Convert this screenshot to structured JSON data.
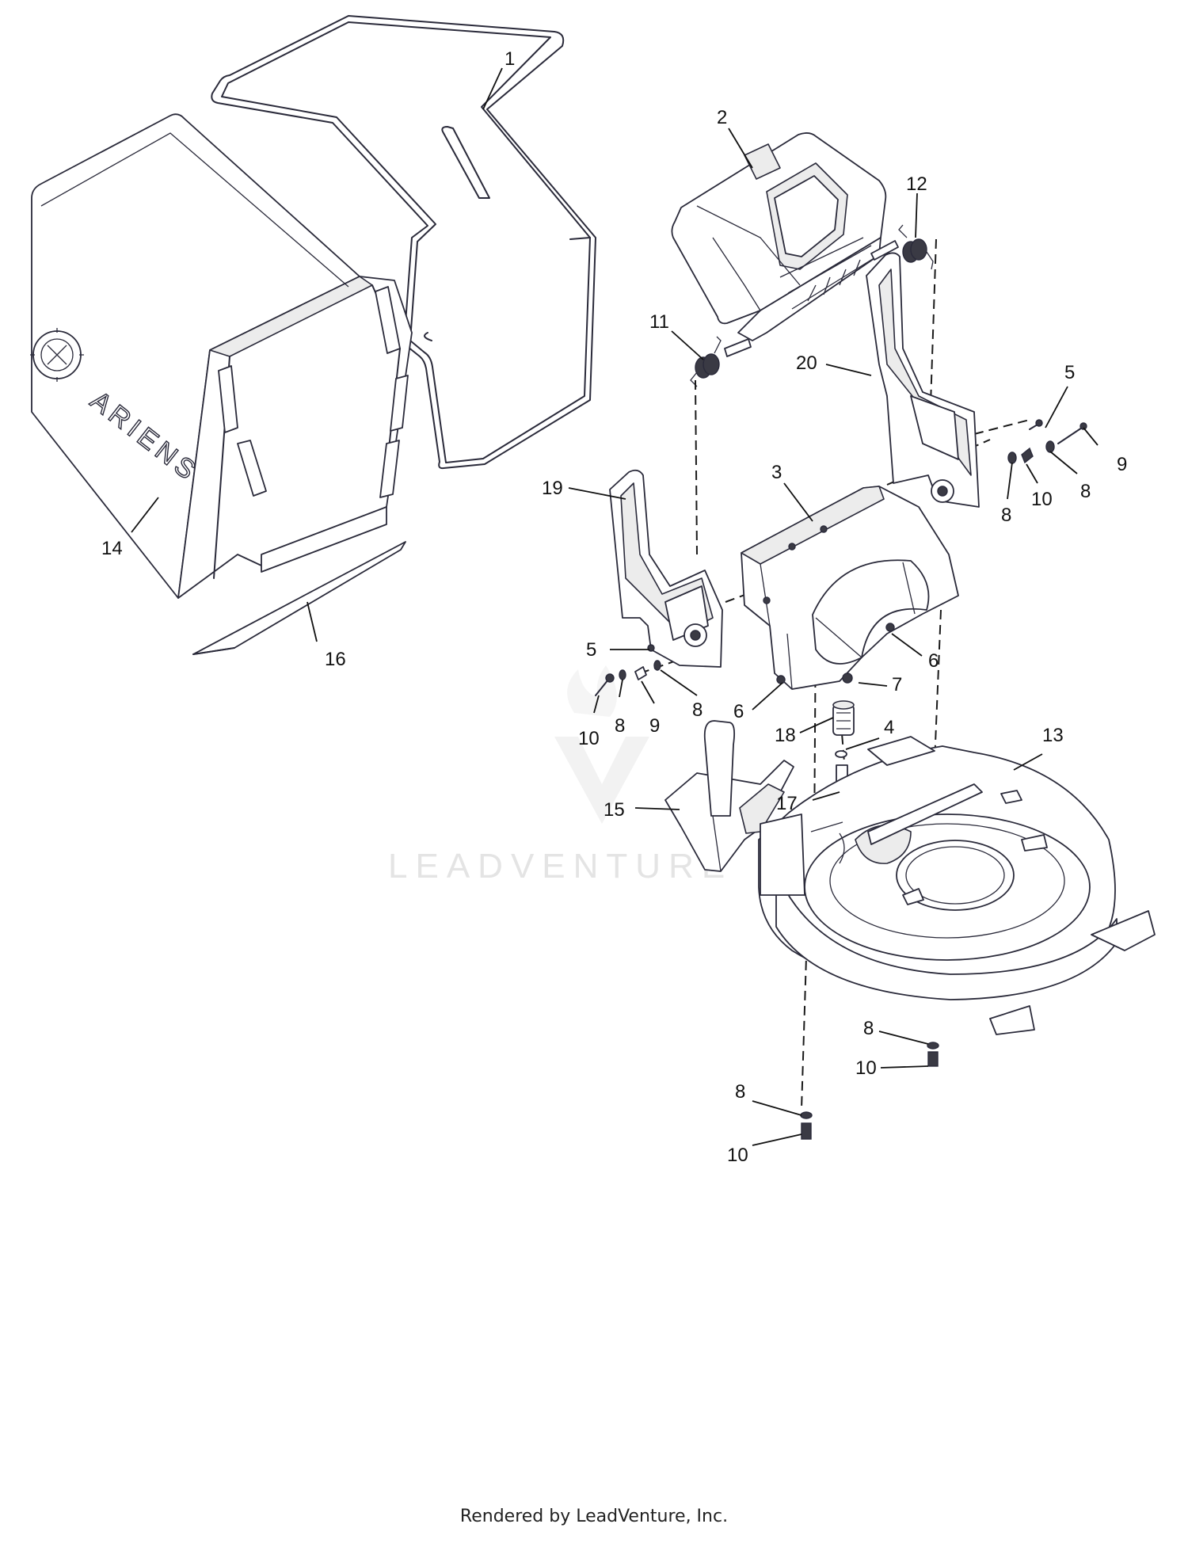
{
  "brand": "ARIENS",
  "watermark": "LEADVENTURE",
  "footer": "Rendered by LeadVenture, Inc.",
  "callouts": [
    {
      "id": "c1",
      "text": "1"
    },
    {
      "id": "c2",
      "text": "2"
    },
    {
      "id": "c12",
      "text": "12"
    },
    {
      "id": "c11",
      "text": "11"
    },
    {
      "id": "c20",
      "text": "20"
    },
    {
      "id": "c5a",
      "text": "5"
    },
    {
      "id": "c9a",
      "text": "9"
    },
    {
      "id": "c3",
      "text": "3"
    },
    {
      "id": "c19",
      "text": "19"
    },
    {
      "id": "c8a",
      "text": "8"
    },
    {
      "id": "c10a",
      "text": "10"
    },
    {
      "id": "c8b",
      "text": "8"
    },
    {
      "id": "c14",
      "text": "14"
    },
    {
      "id": "c16",
      "text": "16"
    },
    {
      "id": "c5b",
      "text": "5"
    },
    {
      "id": "c6a",
      "text": "6"
    },
    {
      "id": "c7",
      "text": "7"
    },
    {
      "id": "c8c",
      "text": "8"
    },
    {
      "id": "c9b",
      "text": "9"
    },
    {
      "id": "c10b",
      "text": "10"
    },
    {
      "id": "c8d",
      "text": "8"
    },
    {
      "id": "c6b",
      "text": "6"
    },
    {
      "id": "c18",
      "text": "18"
    },
    {
      "id": "c4",
      "text": "4"
    },
    {
      "id": "c13",
      "text": "13"
    },
    {
      "id": "c15",
      "text": "15"
    },
    {
      "id": "c17",
      "text": "17"
    },
    {
      "id": "c8e",
      "text": "8"
    },
    {
      "id": "c10c",
      "text": "10"
    },
    {
      "id": "c8f",
      "text": "8"
    },
    {
      "id": "c10d",
      "text": "10"
    }
  ]
}
